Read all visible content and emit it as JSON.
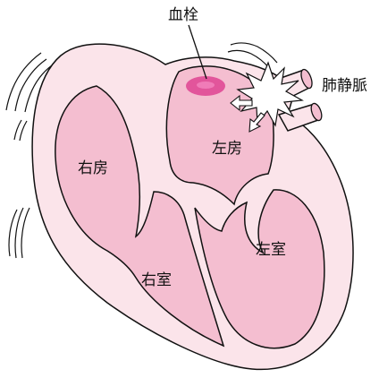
{
  "labels": {
    "thrombus": "血栓",
    "pulmonary_vein": "肺静脈",
    "left_atrium": "左房",
    "right_atrium": "右房",
    "right_ventricle": "右室",
    "left_ventricle": "左室"
  },
  "colors": {
    "wall_outer": "#fbe4ea",
    "chamber_fill": "#f4bed0",
    "thrombus": "#e2559b",
    "outline": "#111111",
    "background": "#ffffff"
  }
}
